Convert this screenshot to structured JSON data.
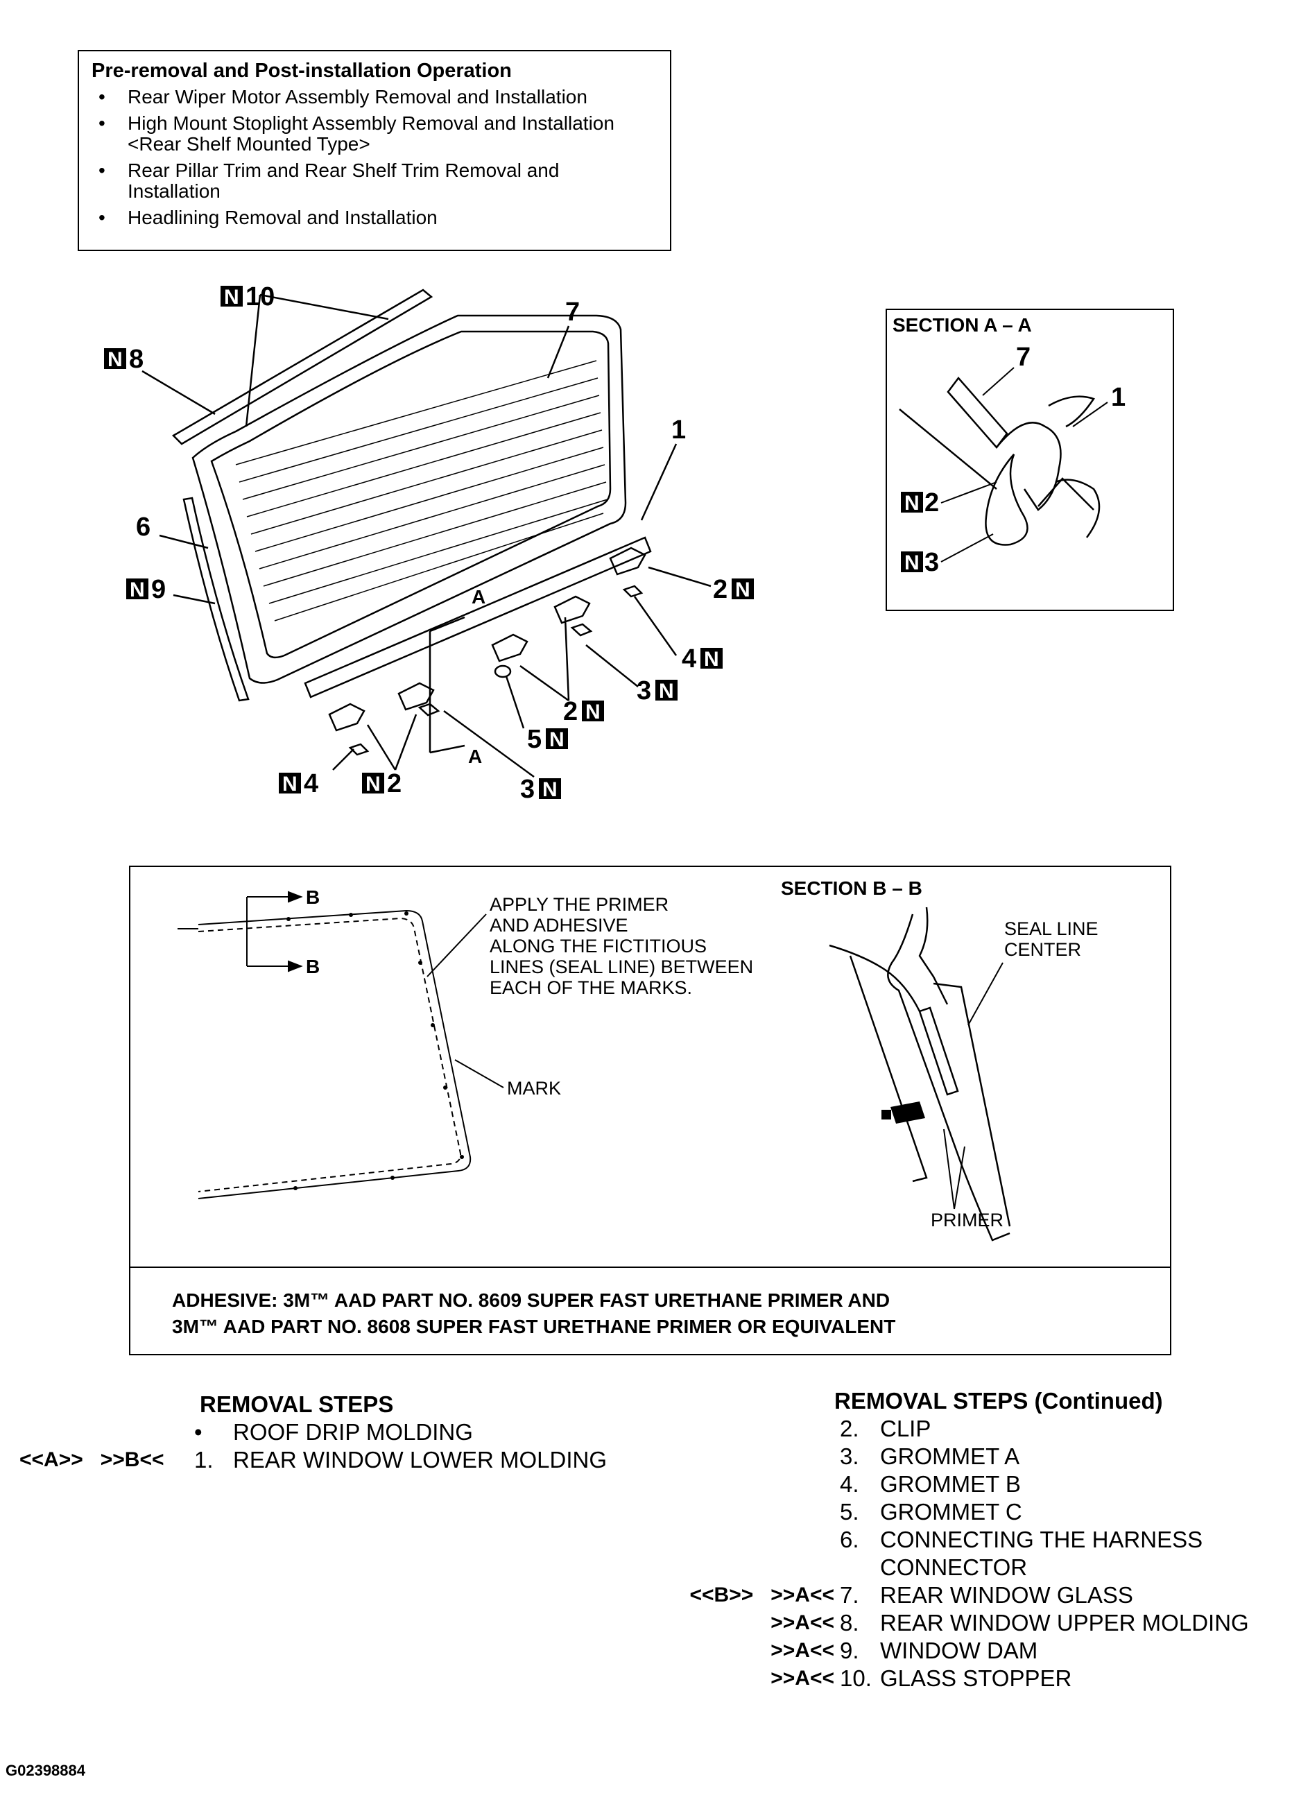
{
  "preop": {
    "title": "Pre-removal and Post-installation Operation",
    "items": [
      "Rear Wiper Motor Assembly Removal and Installation",
      "High Mount Stoplight Assembly Removal and Installation <Rear Shelf Mounted Type>",
      "Rear Pillar Trim and Rear Shelf Trim Removal and Installation",
      "Headlining Removal and Installation"
    ]
  },
  "new_part_mark": "N",
  "main_callouts": {
    "c10": "10",
    "c8": "8",
    "c7": "7",
    "c1": "1",
    "c6": "6",
    "c9": "9",
    "c2a": "2",
    "c4a": "4",
    "c3a": "3",
    "c2b": "2",
    "c5": "5",
    "c4b": "4",
    "c2c": "2",
    "c3b": "3",
    "cA1": "A",
    "cA2": "A"
  },
  "section_aa": {
    "title": "SECTION A – A",
    "c7": "7",
    "c1": "1",
    "c2": "2",
    "c3": "3"
  },
  "section_bb": {
    "title": "SECTION B – B",
    "b_top": "B",
    "b_bottom": "B",
    "apply_note": [
      "APPLY THE PRIMER",
      "AND ADHESIVE",
      "ALONG THE FICTITIOUS",
      "LINES (SEAL LINE) BETWEEN",
      "EACH OF THE MARKS."
    ],
    "mark": "MARK",
    "seal_line": [
      "SEAL LINE",
      "CENTER"
    ],
    "primer": "PRIMER",
    "adhesive_line1": "ADHESIVE: 3M™ AAD PART NO. 8609 SUPER FAST URETHANE PRIMER AND",
    "adhesive_line2": "3M™ AAD PART NO. 8608 SUPER FAST URETHANE PRIMER OR EQUIVALENT"
  },
  "removal_left": {
    "title": "REMOVAL STEPS",
    "rows": [
      {
        "code": "",
        "num": "•",
        "text": "ROOF DRIP MOLDING"
      },
      {
        "code": "<<A>>   >>B<<",
        "num": "1.",
        "text": "REAR WINDOW LOWER MOLDING"
      }
    ]
  },
  "removal_right": {
    "title": "REMOVAL STEPS (Continued)",
    "rows": [
      {
        "code": "",
        "num": "2.",
        "text": "CLIP"
      },
      {
        "code": "",
        "num": "3.",
        "text": "GROMMET A"
      },
      {
        "code": "",
        "num": "4.",
        "text": "GROMMET B"
      },
      {
        "code": "",
        "num": "5.",
        "text": "GROMMET C"
      },
      {
        "code": "",
        "num": "6.",
        "text": "CONNECTING THE HARNESS"
      },
      {
        "code": "",
        "num": "",
        "text": "CONNECTOR"
      },
      {
        "code": "<<B>>   >>A<<",
        "num": "7.",
        "text": "REAR WINDOW GLASS"
      },
      {
        "code": ">>A<<",
        "num": "8.",
        "text": "REAR WINDOW UPPER MOLDING"
      },
      {
        "code": ">>A<<",
        "num": "9.",
        "text": "WINDOW DAM"
      },
      {
        "code": ">>A<<",
        "num": "10.",
        "text": "GLASS STOPPER"
      }
    ]
  },
  "figure_id": "G02398884"
}
